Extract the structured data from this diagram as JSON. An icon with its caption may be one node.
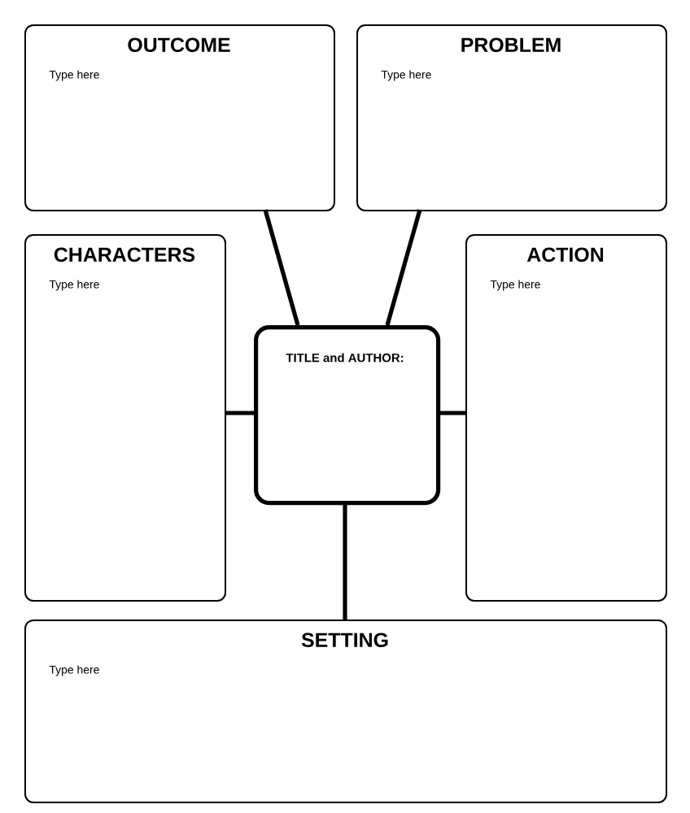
{
  "diagram": {
    "nodes": [
      {
        "text": [
          "OUTCOME",
          "Type here"
        ]
      },
      {
        "text": [
          "PROBLEM",
          "Type here"
        ]
      },
      {
        "text": [
          "CHARACTERS",
          "Type here"
        ]
      },
      {
        "text": [
          "TITLE and AUTHOR:"
        ]
      },
      {
        "text": [
          "ACTION",
          "Type here"
        ]
      },
      {
        "text": [
          "SETTING",
          "Type here"
        ]
      }
    ],
    "edges": [
      {
        "from": 3,
        "to": 0,
        "arrow": "none"
      },
      {
        "from": 3,
        "to": 1,
        "arrow": "none"
      },
      {
        "from": 3,
        "to": 2,
        "arrow": "none"
      },
      {
        "from": 3,
        "to": 4,
        "arrow": "none"
      },
      {
        "from": 3,
        "to": 5,
        "arrow": "none"
      }
    ]
  }
}
